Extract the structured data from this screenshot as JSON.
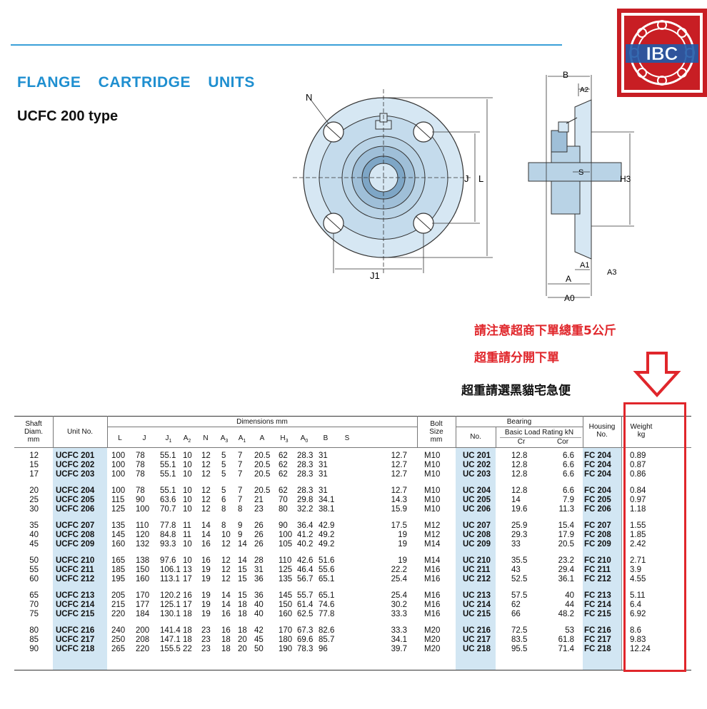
{
  "header": {
    "title": "FLANGE   CARTRIDGE   UNITS",
    "subtitle": "UCFC 200 type",
    "logo_text": "IBC",
    "colors": {
      "accent_blue": "#1f8fd0",
      "logo_red": "#c81e24",
      "notice_red": "#e0262b"
    }
  },
  "drawing": {
    "labels": {
      "N": "N",
      "J": "J",
      "L": "L",
      "J1": "J1",
      "B": "B",
      "A2": "A2",
      "S": "S",
      "H3": "H3",
      "A1": "A1",
      "A3": "A3",
      "A": "A",
      "A0": "A0"
    }
  },
  "notices": {
    "line1": "請注意超商下單總重5公斤",
    "line2": "超重請分開下單",
    "line3": "超重請選黑貓宅急便"
  },
  "table": {
    "headers": {
      "shaft": "Shaft\nDiam.\nmm",
      "unit_no": "Unit  No.",
      "dimensions": "Dimensions     mm",
      "dim_cols": [
        "L",
        "J",
        "J1",
        "A2",
        "N",
        "A3",
        "A1",
        "A",
        "H3",
        "A0",
        "B",
        "S"
      ],
      "bolt": "Bolt\nSize\nmm",
      "bearing": "Bearing",
      "bearing_no": "No.",
      "basic_load": "Basic Load Rating  kN",
      "cr": "Cr",
      "cor": "Cor",
      "housing": "Housing\nNo.",
      "weight": "Weight\nkg"
    },
    "rows": [
      [
        "12",
        "UCFC 201",
        "100",
        "78",
        "55.1",
        "10",
        "12",
        "5",
        "7",
        "20.5",
        "62",
        "28.3",
        "31",
        "12.7",
        "M10",
        "UC 201",
        "12.8",
        "6.6",
        "FC 204",
        "0.89"
      ],
      [
        "15",
        "UCFC 202",
        "100",
        "78",
        "55.1",
        "10",
        "12",
        "5",
        "7",
        "20.5",
        "62",
        "28.3",
        "31",
        "12.7",
        "M10",
        "UC 202",
        "12.8",
        "6.6",
        "FC 204",
        "0.87"
      ],
      [
        "17",
        "UCFC 203",
        "100",
        "78",
        "55.1",
        "10",
        "12",
        "5",
        "7",
        "20.5",
        "62",
        "28.3",
        "31",
        "12.7",
        "M10",
        "UC 203",
        "12.8",
        "6.6",
        "FC 204",
        "0.86"
      ],
      [
        "20",
        "UCFC 204",
        "100",
        "78",
        "55.1",
        "10",
        "12",
        "5",
        "7",
        "20.5",
        "62",
        "28.3",
        "31",
        "12.7",
        "M10",
        "UC 204",
        "12.8",
        "6.6",
        "FC 204",
        "0.84"
      ],
      [
        "25",
        "UCFC 205",
        "115",
        "90",
        "63.6",
        "10",
        "12",
        "6",
        "7",
        "21",
        "70",
        "29.8",
        "34.1",
        "14.3",
        "M10",
        "UC 205",
        "14",
        "7.9",
        "FC 205",
        "0.97"
      ],
      [
        "30",
        "UCFC 206",
        "125",
        "100",
        "70.7",
        "10",
        "12",
        "8",
        "8",
        "23",
        "80",
        "32.2",
        "38.1",
        "15.9",
        "M10",
        "UC 206",
        "19.6",
        "11.3",
        "FC 206",
        "1.18"
      ],
      [
        "35",
        "UCFC 207",
        "135",
        "110",
        "77.8",
        "11",
        "14",
        "8",
        "9",
        "26",
        "90",
        "36.4",
        "42.9",
        "17.5",
        "M12",
        "UC 207",
        "25.9",
        "15.4",
        "FC 207",
        "1.55"
      ],
      [
        "40",
        "UCFC 208",
        "145",
        "120",
        "84.8",
        "11",
        "14",
        "10",
        "9",
        "26",
        "100",
        "41.2",
        "49.2",
        "19",
        "M12",
        "UC 208",
        "29.3",
        "17.9",
        "FC 208",
        "1.85"
      ],
      [
        "45",
        "UCFC 209",
        "160",
        "132",
        "93.3",
        "10",
        "16",
        "12",
        "14",
        "26",
        "105",
        "40.2",
        "49.2",
        "19",
        "M14",
        "UC 209",
        "33",
        "20.5",
        "FC 209",
        "2.42"
      ],
      [
        "50",
        "UCFC 210",
        "165",
        "138",
        "97.6",
        "10",
        "16",
        "12",
        "14",
        "28",
        "110",
        "42.6",
        "51.6",
        "19",
        "M14",
        "UC 210",
        "35.5",
        "23.2",
        "FC 210",
        "2.71"
      ],
      [
        "55",
        "UCFC 211",
        "185",
        "150",
        "106.1",
        "13",
        "19",
        "12",
        "15",
        "31",
        "125",
        "46.4",
        "55.6",
        "22.2",
        "M16",
        "UC 211",
        "43",
        "29.4",
        "FC 211",
        "3.9"
      ],
      [
        "60",
        "UCFC 212",
        "195",
        "160",
        "113.1",
        "17",
        "19",
        "12",
        "15",
        "36",
        "135",
        "56.7",
        "65.1",
        "25.4",
        "M16",
        "UC 212",
        "52.5",
        "36.1",
        "FC 212",
        "4.55"
      ],
      [
        "65",
        "UCFC 213",
        "205",
        "170",
        "120.2",
        "16",
        "19",
        "14",
        "15",
        "36",
        "145",
        "55.7",
        "65.1",
        "25.4",
        "M16",
        "UC 213",
        "57.5",
        "40",
        "FC 213",
        "5.11"
      ],
      [
        "70",
        "UCFC 214",
        "215",
        "177",
        "125.1",
        "17",
        "19",
        "14",
        "18",
        "40",
        "150",
        "61.4",
        "74.6",
        "30.2",
        "M16",
        "UC 214",
        "62",
        "44",
        "FC 214",
        "6.4"
      ],
      [
        "75",
        "UCFC 215",
        "220",
        "184",
        "130.1",
        "18",
        "19",
        "16",
        "18",
        "40",
        "160",
        "62.5",
        "77.8",
        "33.3",
        "M16",
        "UC 215",
        "66",
        "48.2",
        "FC 215",
        "6.92"
      ],
      [
        "80",
        "UCFC 216",
        "240",
        "200",
        "141.4",
        "18",
        "23",
        "16",
        "18",
        "42",
        "170",
        "67.3",
        "82.6",
        "33.3",
        "M20",
        "UC 216",
        "72.5",
        "53",
        "FC 216",
        "8.6"
      ],
      [
        "85",
        "UCFC 217",
        "250",
        "208",
        "147.1",
        "18",
        "23",
        "18",
        "20",
        "45",
        "180",
        "69.6",
        "85.7",
        "34.1",
        "M20",
        "UC 217",
        "83.5",
        "61.8",
        "FC 217",
        "9.83"
      ],
      [
        "90",
        "UCFC 218",
        "265",
        "220",
        "155.5",
        "22",
        "23",
        "18",
        "20",
        "50",
        "190",
        "78.3",
        "96",
        "39.7",
        "M20",
        "UC 218",
        "95.5",
        "71.4",
        "FC 218",
        "12.24"
      ]
    ]
  }
}
